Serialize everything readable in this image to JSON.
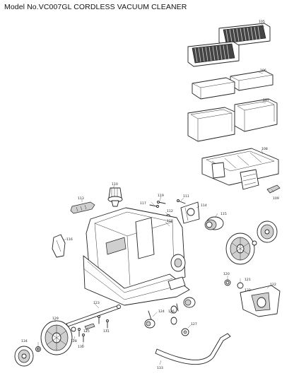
{
  "page": {
    "title": "Model No.VC007GL CORDLESS VACUUM CLEANER"
  },
  "parts": [
    {
      "id": "p105",
      "label": "105"
    },
    {
      "id": "p106",
      "label": "106"
    },
    {
      "id": "p107",
      "label": "107"
    },
    {
      "id": "p108",
      "label": "108"
    },
    {
      "id": "p109",
      "label": "109"
    },
    {
      "id": "p110",
      "label": "110"
    },
    {
      "id": "p111",
      "label": "111"
    },
    {
      "id": "p112",
      "label": "112"
    },
    {
      "id": "p113",
      "label": "113"
    },
    {
      "id": "p114",
      "label": "114"
    },
    {
      "id": "p115",
      "label": "115"
    },
    {
      "id": "p116",
      "label": "116"
    },
    {
      "id": "p117",
      "label": "117"
    },
    {
      "id": "p118",
      "label": "118"
    },
    {
      "id": "p119",
      "label": "119"
    },
    {
      "id": "p120",
      "label": "120"
    },
    {
      "id": "p121",
      "label": "121"
    },
    {
      "id": "p122",
      "label": "122"
    },
    {
      "id": "p123",
      "label": "123"
    },
    {
      "id": "p124",
      "label": "124"
    },
    {
      "id": "p125",
      "label": "125"
    },
    {
      "id": "p126",
      "label": "126"
    },
    {
      "id": "p127",
      "label": "127"
    },
    {
      "id": "p128",
      "label": "128"
    },
    {
      "id": "p129",
      "label": "129"
    },
    {
      "id": "p130",
      "label": "130"
    },
    {
      "id": "p131",
      "label": "131"
    },
    {
      "id": "p132",
      "label": "132"
    },
    {
      "id": "p133",
      "label": "133"
    },
    {
      "id": "p134",
      "label": "134"
    }
  ]
}
